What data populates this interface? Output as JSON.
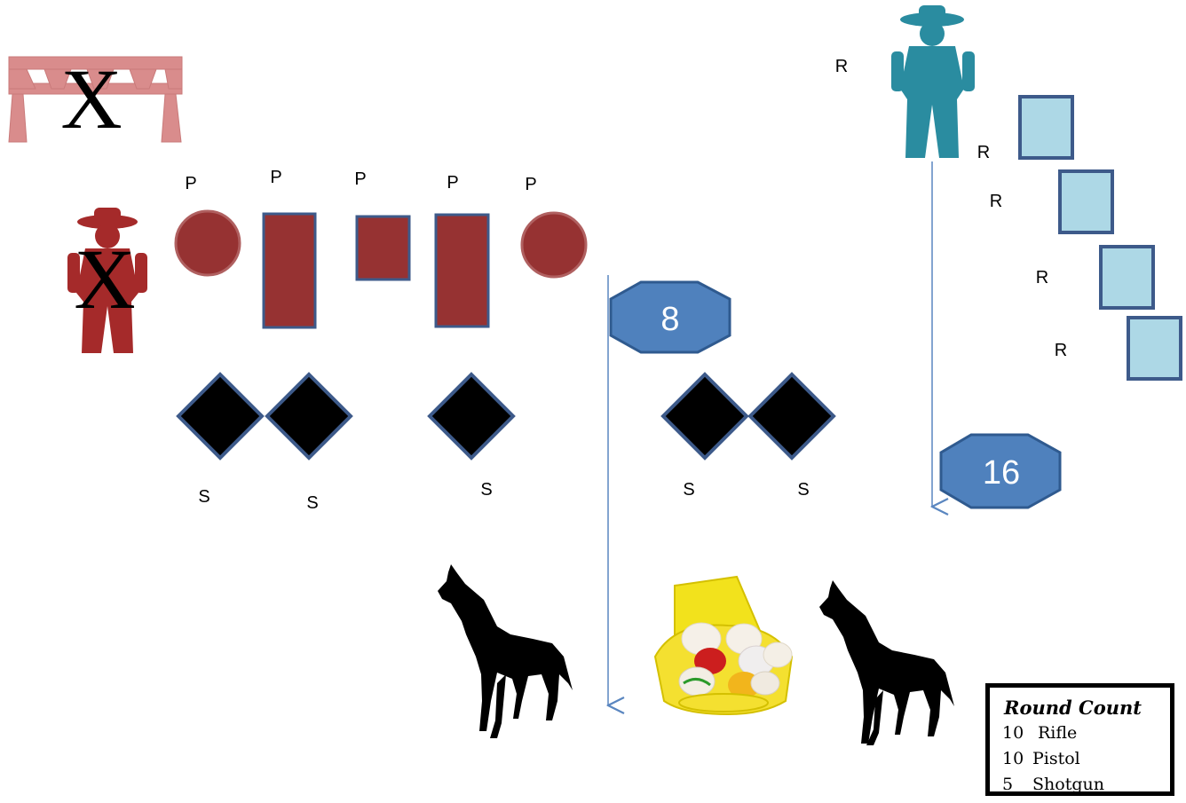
{
  "stage": {
    "table_mark": "X",
    "pistol_shooter_mark": "X",
    "pistol_labels": [
      "P",
      "P",
      "P",
      "P",
      "P"
    ],
    "shotgun_labels": [
      "S",
      "S",
      "S",
      "S",
      "S"
    ],
    "rifle_labels": [
      "R",
      "R",
      "R",
      "R",
      "R"
    ],
    "marker_center": "8",
    "marker_right": "16"
  },
  "round_count": {
    "title": "Round Count",
    "rows": [
      {
        "qty": "10",
        "gun": "Rifle"
      },
      {
        "qty": "10",
        "gun": "Pistol"
      },
      {
        "qty": "5",
        "gun": "Shotgun"
      }
    ]
  },
  "colors": {
    "table": "#d98c8c",
    "pistol_cowboy": "#a52a2a",
    "rifle_cowboy": "#2a8ca0",
    "pistol_target": "#963232",
    "target_border": "#3d5a8a",
    "rifle_target": "#add8e6",
    "shotgun_target": "#000000",
    "octagon": "#4f81bd",
    "arrow": "#5a86c0"
  }
}
